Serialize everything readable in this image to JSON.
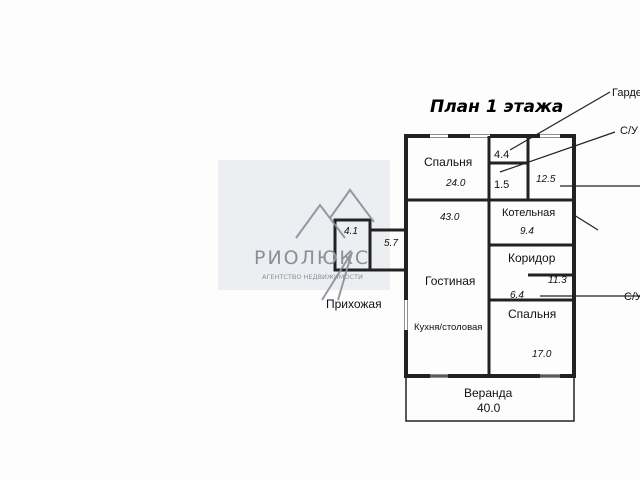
{
  "plan": {
    "title": "План 1 этажа",
    "rooms": {
      "bedroom_top": {
        "name": "Спальня",
        "area": "24.0"
      },
      "wardrobe": {
        "area": "4.4"
      },
      "wc_small": {
        "area": "1.5"
      },
      "wc_right": {
        "area": "12.5"
      },
      "living": {
        "area": "43.0",
        "name": "Гостиная",
        "subname": "Кухня/столовая"
      },
      "boiler": {
        "name": "Котельная",
        "area": "9.4"
      },
      "corridor": {
        "name": "Коридор",
        "area": "11.3"
      },
      "bath": {
        "area": "6.4"
      },
      "bedroom_bottom": {
        "name": "Спальня",
        "area": "17.0"
      },
      "veranda": {
        "name": "Веранда",
        "area": "40.0"
      },
      "hall_small_a": {
        "area": "4.1"
      },
      "hall_small_b": {
        "area": "5.7"
      },
      "entry": {
        "name": "Прихожая"
      }
    },
    "callouts": {
      "garderob": "Гарде",
      "wc_top": "С/У",
      "wc_bottom": "С/У"
    }
  },
  "watermark": {
    "brand": "РИОЛЮКС",
    "tagline": "АГЕНТСТВО НЕДВИЖИМОСТИ"
  }
}
